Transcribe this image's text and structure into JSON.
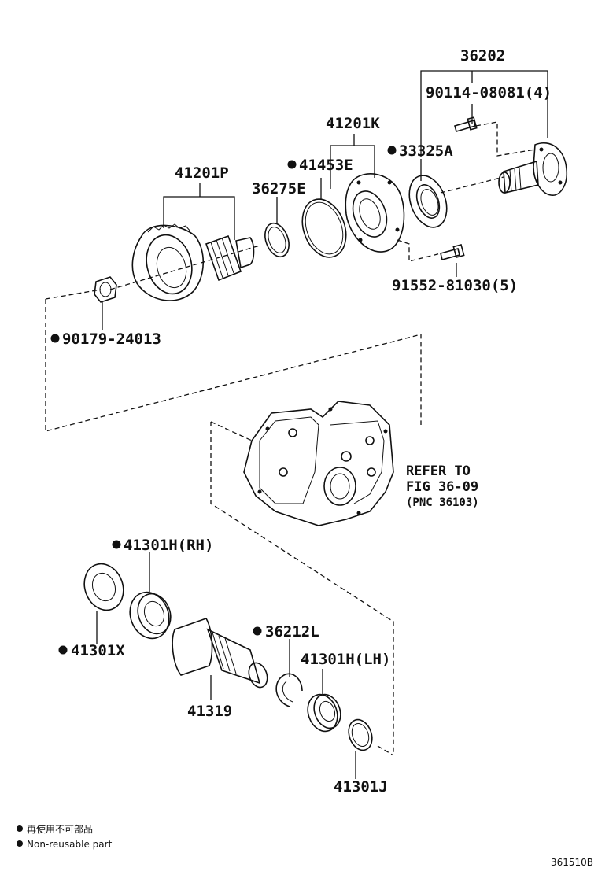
{
  "labels": {
    "p36202": "36202",
    "p90114": "90114-08081(4)",
    "p41201k": "41201K",
    "p33325a": "33325A",
    "p41453e": "41453E",
    "p41201p": "41201P",
    "p36275e": "36275E",
    "p91552": "91552-81030(5)",
    "p90179": "90179-24013",
    "p41301h_rh": "41301H(RH)",
    "p41301x": "41301X",
    "p36212l": "36212L",
    "p41301h_lh": "41301H(LH)",
    "p41319": "41319",
    "p41301j": "41301J"
  },
  "refer": {
    "line1": "REFER TO",
    "line2": "FIG 36-09",
    "line3": "(PNC 36103)"
  },
  "legend": {
    "chinese": "再使用不可部品",
    "english": "Non-reusable part"
  },
  "figure_code": "361510B",
  "colors": {
    "ink": "#111111",
    "background": "#ffffff"
  }
}
